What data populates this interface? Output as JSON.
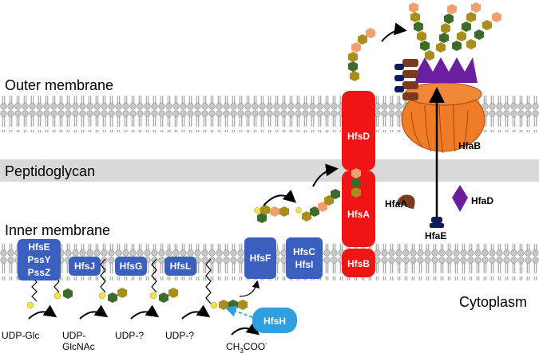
{
  "regions": {
    "outer_membrane": "Outer membrane",
    "peptidoglycan": "Peptidoglycan",
    "inner_membrane": "Inner membrane",
    "cytoplasm": "Cytoplasm"
  },
  "proteins": {
    "hfse": "HfsE",
    "pssy": "PssY",
    "pssz": "PssZ",
    "hfsj": "HfsJ",
    "hfsg": "HfsG",
    "hfsl": "HfsL",
    "hfsf": "HfsF",
    "hfsc": "HfsC",
    "hfsi": "HfsI",
    "hfsh": "HfsH",
    "hfsd": "HfsD",
    "hfsa": "HfsA",
    "hfsb": "HfsB",
    "hfaa": "HfaA",
    "hfab": "HfaB",
    "hfad": "HfaD",
    "hfae": "HfaE"
  },
  "substrates": {
    "udp_glc": "UDP-Glc",
    "udp_glcnac_1": "UDP-",
    "udp_glcnac_2": "GlcNAc",
    "udp_q1": "UDP-?",
    "udp_q2": "UDP-?",
    "acetate_main": "CH",
    "acetate_sub": "3",
    "acetate_rest": "COO",
    "acetate_sup": "-"
  },
  "colors": {
    "blue_protein": "#3a5fbf",
    "light_blue_protein": "#2ea0e0",
    "red_protein": "#f01414",
    "orange_barrel": "#f07c28",
    "purple": "#6a1fa0",
    "brown": "#7a3a1e",
    "navy": "#0d1f5a",
    "membrane_grey": "#c8c8c8",
    "peptidoglycan_grey": "#d9d9d9",
    "sugar_olive": "#a88f1c",
    "sugar_green": "#3f6b2a",
    "sugar_salmon": "#f0a070",
    "sugar_yellow": "#f7e33a"
  }
}
